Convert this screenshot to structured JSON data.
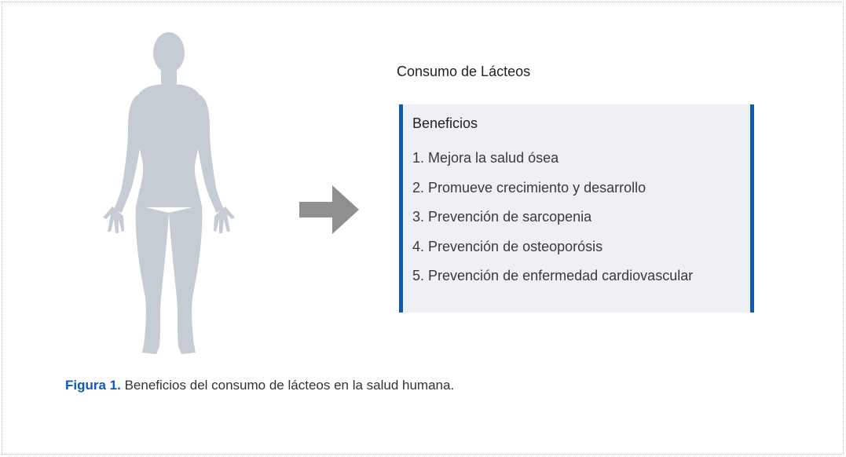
{
  "diagram": {
    "title": "Consumo de Lácteos",
    "benefits": {
      "heading": "Beneficios",
      "items": [
        "1. Mejora la salud ósea",
        "2. Promueve crecimiento y desarrollo",
        "3. Prevención de sarcopenia",
        "4. Prevención de osteoporósis",
        "5. Prevención de enfermedad cardiovascular"
      ]
    }
  },
  "caption": {
    "label": "Figura 1.",
    "text": " Beneficios del consumo de lácteos en la salud humana."
  },
  "colors": {
    "accent": "#0d5bb5",
    "silhouette": "#c5ccd4",
    "arrow": "#8f8f8f",
    "box_background": "#eef0f3"
  },
  "icons": {
    "figure": "human-silhouette-icon",
    "arrow": "arrow-right-icon"
  }
}
